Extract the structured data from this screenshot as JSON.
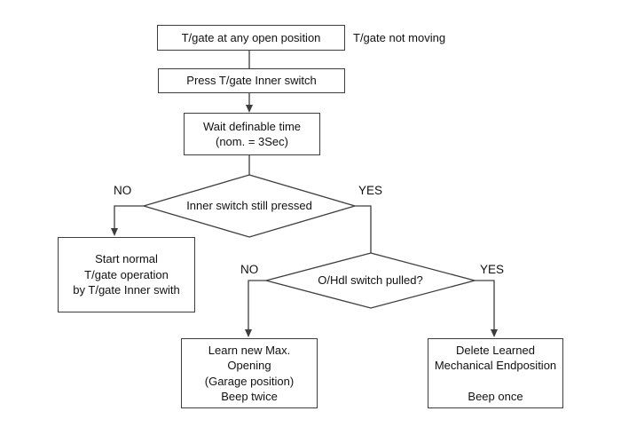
{
  "flowchart": {
    "node_start": {
      "text": "T/gate at any open position"
    },
    "note_not_moving": {
      "text": "T/gate not moving"
    },
    "node_press": {
      "text": "Press T/gate Inner switch"
    },
    "node_wait": {
      "line1": "Wait definable time",
      "line2": "(nom. = 3Sec)"
    },
    "decision_inner": {
      "text": "Inner switch still pressed",
      "no_label": "NO",
      "yes_label": "YES"
    },
    "node_normal": {
      "line1": "Start normal",
      "line2": "T/gate operation",
      "line3": "by T/gate Inner swith"
    },
    "decision_ohdl": {
      "text": "O/Hdl switch pulled?",
      "no_label": "NO",
      "yes_label": "YES"
    },
    "node_learn": {
      "line1": "Learn new Max.",
      "line2": "Opening",
      "line3": "(Garage position)",
      "line4": "Beep twice"
    },
    "node_delete": {
      "line1": "Delete Learned",
      "line2": "Mechanical Endposition",
      "line3": "",
      "line4": "Beep once"
    },
    "colors": {
      "line": "#3d3d3d",
      "text": "#111111",
      "background": "#ffffff"
    }
  }
}
